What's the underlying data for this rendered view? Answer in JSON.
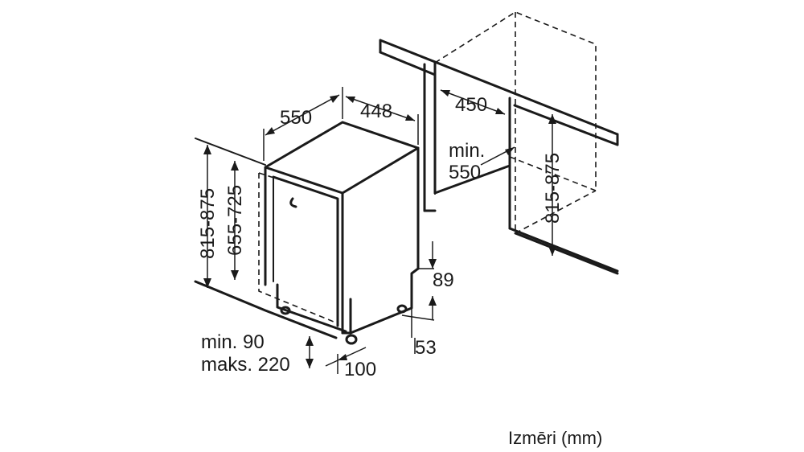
{
  "labels": {
    "depth": "550",
    "width": "448",
    "height_total_left": "815-875",
    "height_body": "655-725",
    "niche_width": "450",
    "niche_depth_min": "min.",
    "niche_depth_value": "550",
    "niche_height": "815-875",
    "plinth_high": "89",
    "plinth_low": "53",
    "plinth_min": "min. 90",
    "plinth_max": "maks. 220",
    "foot_offset": "100"
  },
  "caption": "Izmēri (mm)"
}
